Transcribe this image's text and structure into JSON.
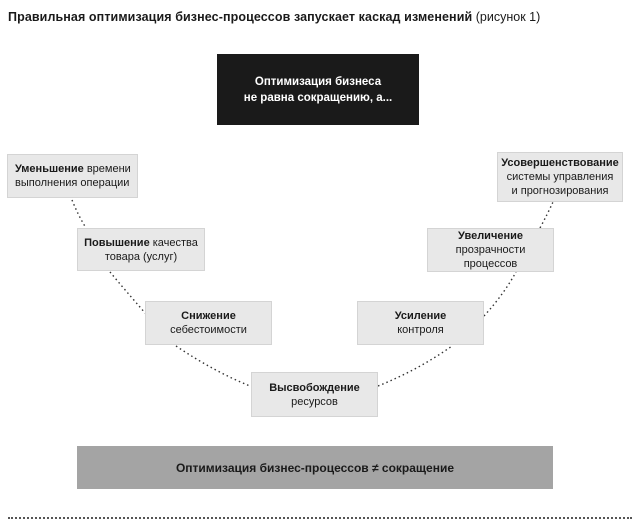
{
  "title": {
    "bold": "Правильная оптимизация бизнес-процессов запускает каскад изменений",
    "normal": "(рисунок 1)"
  },
  "top_box": {
    "line1": "Оптимизация бизнеса",
    "line2": "не равна сокращению, а..."
  },
  "left_chain": [
    {
      "bold": "Уменьшение",
      "rest1": " времени",
      "line2": "выполнения операции"
    },
    {
      "bold": "Повышение",
      "rest1": " качества",
      "line2": "товара (услуг)"
    },
    {
      "bold": "Снижение",
      "rest1": "",
      "line2": "себестоимости"
    }
  ],
  "center_node": {
    "bold": "Высвобождение",
    "line2": "ресурсов"
  },
  "right_chain": [
    {
      "bold": "Усиление",
      "line2": "контроля",
      "line3": ""
    },
    {
      "bold": "Увеличение",
      "line2": "прозрачности процессов",
      "line3": ""
    },
    {
      "bold": "Усовершенствование",
      "line2": "системы управления",
      "line3": "и прогнозирования"
    }
  ],
  "bottom_bar": {
    "text": "Оптимизация бизнес-процессов ≠ сокращение"
  },
  "colors": {
    "dark_box": "#1a1a1a",
    "node_fill": "#e8e8e8",
    "bottom_bar": "#a4a4a4",
    "connector": "#333333"
  }
}
